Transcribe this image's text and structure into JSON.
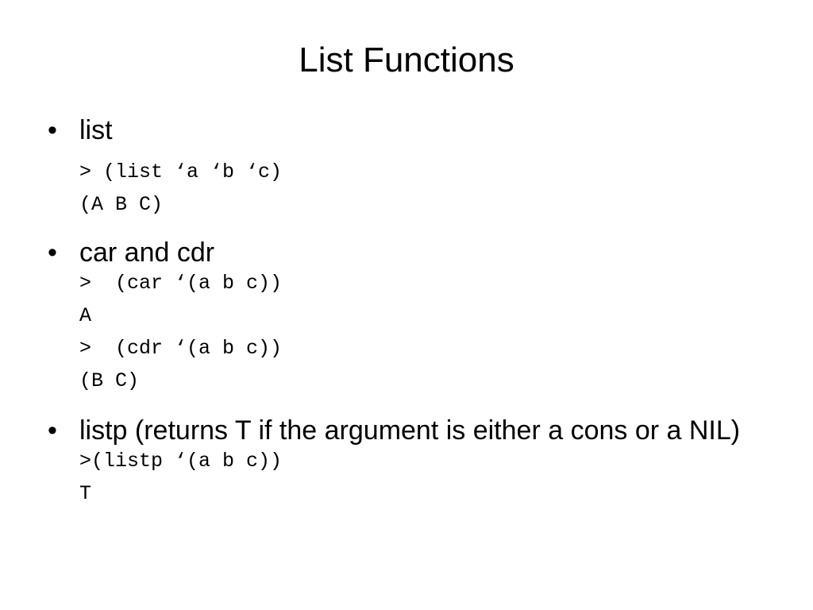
{
  "slide": {
    "title": "List Functions",
    "bullet_symbol": "•",
    "bullets": [
      {
        "text": "list",
        "code": [
          "> (list ‘a ‘b ‘c)",
          "(A B C)"
        ]
      },
      {
        "text": "car and cdr",
        "code": [
          ">  (car ‘(a b c))",
          "A",
          ">  (cdr ‘(a b c))",
          "(B C)"
        ]
      },
      {
        "text": "listp (returns T if the argument is either a cons or a NIL)",
        "code": [
          ">(listp ‘(a b c))",
          "T"
        ]
      }
    ]
  }
}
